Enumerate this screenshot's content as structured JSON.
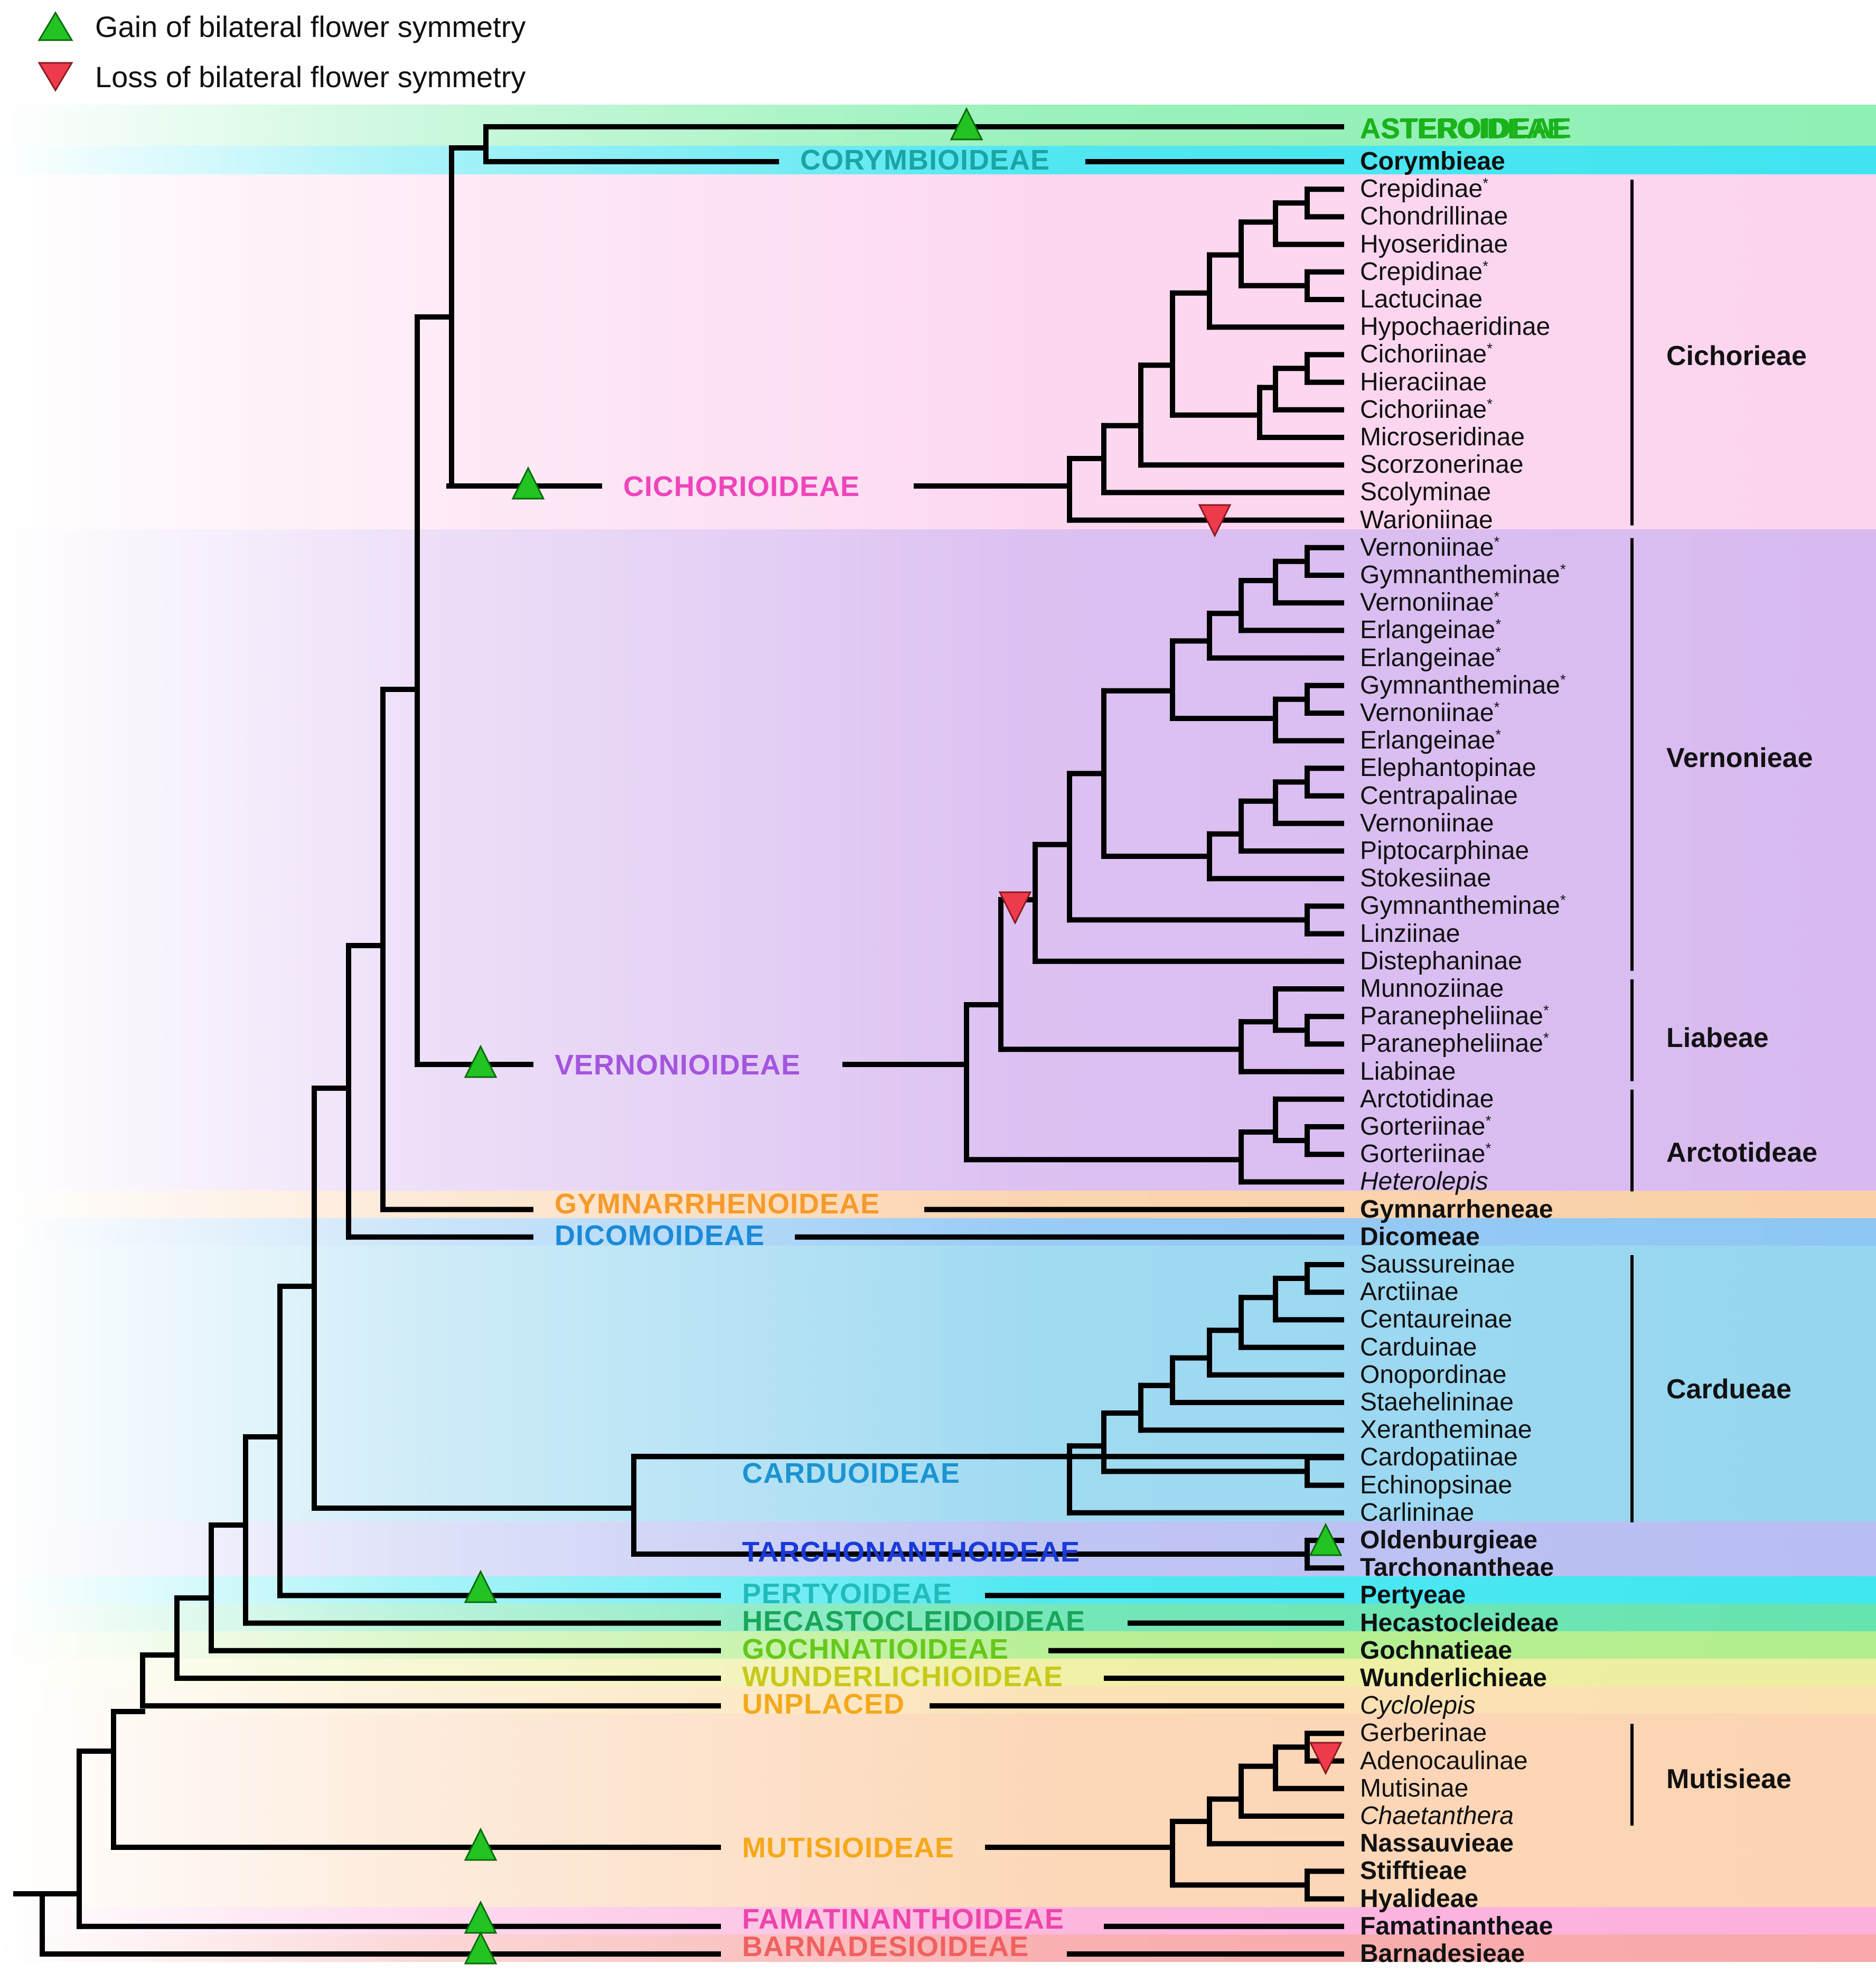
{
  "legend": {
    "gain": "Gain of bilateral flower symmetry",
    "loss": "Loss of bilateral flower symmetry"
  },
  "colors": {
    "gain": "#22c322",
    "loss": "#ee3b4b",
    "asteroideae": "#1ab31a",
    "corymbioideae": "#1aa5a5",
    "cichorioideae": "#ee44bb",
    "vernonioideae": "#a455dd",
    "gymnarrhenoideae": "#f59a2a",
    "dicomoideae": "#1a8ad8",
    "carduoideae": "#1a94d2",
    "tarchonanthoideae": "#1a3ad8",
    "pertyoideae": "#22bbbb",
    "hecastocleidoideae": "#1aa55a",
    "gochnatioideae": "#66c81a",
    "wunderlichioideae": "#c8c81a",
    "unplaced": "#f5a81a",
    "mutisioideae": "#f5a81a",
    "famatinanthoideae": "#ee44aa",
    "barnadesioideae": "#f06060"
  },
  "subfamilies": {
    "asteroideae": "ASTEROIDEAE",
    "corymbioideae": "CORYMBIOIDEAE",
    "cichorioideae": "CICHORIOIDEAE",
    "vernonioideae": "VERNONIOIDEAE",
    "gymnarrhenoideae": "GYMNARRHENOIDEAE",
    "dicomoideae": "DICOMOIDEAE",
    "carduoideae": "CARDUOIDEAE",
    "tarchonanthoideae": "TARCHONANTHOIDEAE",
    "pertyoideae": "PERTYOIDEAE",
    "hecastocleidoideae": "HECASTOCLEIDOIDEAE",
    "gochnatioideae": "GOCHNATIOIDEAE",
    "wunderlichioideae": "WUNDERLICHIOIDEAE",
    "unplaced": "UNPLACED",
    "mutisioideae": "MUTISIOIDEAE",
    "famatinanthoideae": "FAMATINANTHOIDEAE",
    "barnadesioideae": "BARNADESIOIDEAE"
  },
  "tribes": {
    "cichorieae": "Cichorieae",
    "vernonieae": "Vernonieae",
    "liabeae": "Liabeae",
    "arctotideae": "Arctotideae",
    "cardueae": "Cardueae",
    "mutisieae": "Mutisieae"
  },
  "leaves": [
    {
      "text": "Corymbieae",
      "mark": ""
    },
    {
      "text": "Crepidinae",
      "mark": "*"
    },
    {
      "text": "Chondrillinae",
      "mark": ""
    },
    {
      "text": "Hyoseridinae",
      "mark": ""
    },
    {
      "text": "Crepidinae",
      "mark": "*"
    },
    {
      "text": "Lactucinae",
      "mark": ""
    },
    {
      "text": "Hypochaeridinae",
      "mark": ""
    },
    {
      "text": "Cichoriinae",
      "mark": "*"
    },
    {
      "text": "Hieraciinae",
      "mark": ""
    },
    {
      "text": "Cichoriinae",
      "mark": "*"
    },
    {
      "text": "Microseridinae",
      "mark": ""
    },
    {
      "text": "Scorzonerinae",
      "mark": ""
    },
    {
      "text": "Scolyminae",
      "mark": ""
    },
    {
      "text": "Warioniinae",
      "mark": ""
    },
    {
      "text": "Vernoniinae",
      "mark": "*"
    },
    {
      "text": "Gymnantheminae",
      "mark": "*"
    },
    {
      "text": "Vernoniinae",
      "mark": "*"
    },
    {
      "text": "Erlangeinae",
      "mark": "*"
    },
    {
      "text": "Erlangeinae",
      "mark": "*"
    },
    {
      "text": "Gymnantheminae",
      "mark": "*"
    },
    {
      "text": "Vernoniinae",
      "mark": "*"
    },
    {
      "text": "Erlangeinae",
      "mark": "*"
    },
    {
      "text": "Elephantopinae",
      "mark": ""
    },
    {
      "text": "Centrapalinae",
      "mark": ""
    },
    {
      "text": "Vernoniinae",
      "mark": ""
    },
    {
      "text": "Piptocarphinae",
      "mark": ""
    },
    {
      "text": "Stokesiinae",
      "mark": ""
    },
    {
      "text": "Gymnantheminae",
      "mark": "*"
    },
    {
      "text": "Linziinae",
      "mark": ""
    },
    {
      "text": "Distephaninae",
      "mark": ""
    },
    {
      "text": "Munnoziinae",
      "mark": ""
    },
    {
      "text": "Paranepheliinae",
      "mark": "*"
    },
    {
      "text": "Paranepheliinae",
      "mark": "*"
    },
    {
      "text": "Liabinae",
      "mark": ""
    },
    {
      "text": "Arctotidinae",
      "mark": ""
    },
    {
      "text": "Gorteriinae",
      "mark": "*"
    },
    {
      "text": "Gorteriinae",
      "mark": "*"
    },
    {
      "text": "Heterolepis",
      "mark": ""
    },
    {
      "text": "Gymnarrheneae",
      "mark": ""
    },
    {
      "text": "Dicomeae",
      "mark": ""
    },
    {
      "text": "Saussureinae",
      "mark": ""
    },
    {
      "text": "Arctiinae",
      "mark": ""
    },
    {
      "text": "Centaureinae",
      "mark": ""
    },
    {
      "text": "Carduinae",
      "mark": ""
    },
    {
      "text": "Onopordinae",
      "mark": ""
    },
    {
      "text": "Staehelininae",
      "mark": ""
    },
    {
      "text": "Xerantheminae",
      "mark": ""
    },
    {
      "text": "Cardopatiinae",
      "mark": ""
    },
    {
      "text": "Echinopsinae",
      "mark": ""
    },
    {
      "text": "Carlininae",
      "mark": ""
    },
    {
      "text": "Oldenburgieae",
      "mark": ""
    },
    {
      "text": "Tarchonantheae",
      "mark": ""
    },
    {
      "text": "Pertyeae",
      "mark": ""
    },
    {
      "text": "Hecastocleideae",
      "mark": ""
    },
    {
      "text": "Gochnatieae",
      "mark": ""
    },
    {
      "text": "Wunderlichieae",
      "mark": ""
    },
    {
      "text": "Cyclolepis",
      "mark": ""
    },
    {
      "text": "Gerberinae",
      "mark": ""
    },
    {
      "text": "Adenocaulinae",
      "mark": ""
    },
    {
      "text": "Mutisinae",
      "mark": ""
    },
    {
      "text": "Chaetanthera",
      "mark": ""
    },
    {
      "text": "Nassauvieae",
      "mark": ""
    },
    {
      "text": "Stifftieae",
      "mark": ""
    },
    {
      "text": "Hyalideae",
      "mark": ""
    },
    {
      "text": "Famatinantheae",
      "mark": ""
    },
    {
      "text": "Barnadesieae",
      "mark": ""
    }
  ],
  "top_leaf": {
    "text": "ASTEROIDEAE"
  }
}
